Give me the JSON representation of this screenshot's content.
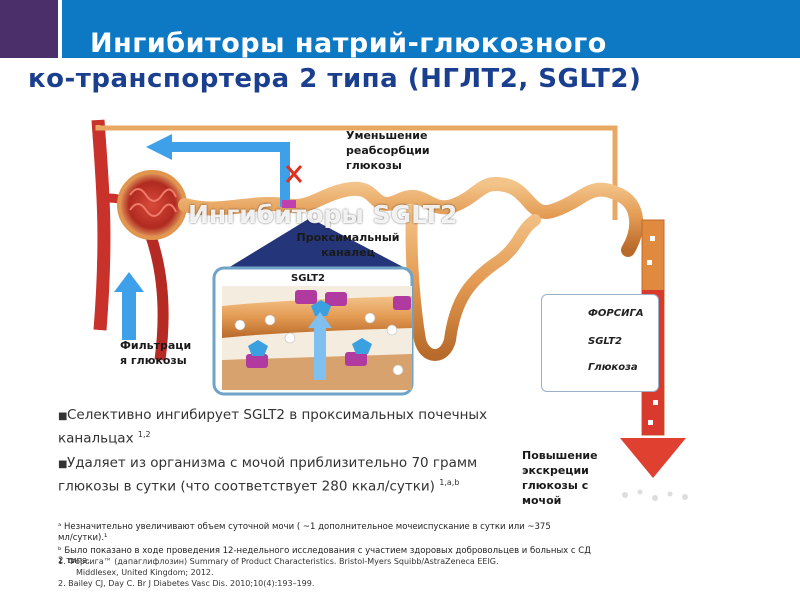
{
  "title": {
    "line1": "Ингибиторы натрий-глюкозного",
    "line2": "ко-транспортера 2 типа (НГЛТ2, SGLT2)"
  },
  "diagram": {
    "reduced_reabsorption": [
      "Уменьшение",
      "реабсорбции",
      "глюкозы"
    ],
    "proximal_tubule": [
      "Проксимальный",
      "каналец"
    ],
    "filtration": [
      "Фильтраци",
      "я глюкозы"
    ],
    "increased_excretion": [
      "Повышение",
      "экскреции",
      "глюкозы с",
      "мочой"
    ],
    "watermark": "Ингибиторы SGLT2",
    "inset_label": "SGLT2"
  },
  "legend": {
    "items": [
      {
        "label": "ФОРСИГА",
        "icon": "forxiga-icon"
      },
      {
        "label": "SGLT2",
        "icon": "sglt2-icon"
      },
      {
        "label": "Глюкоза",
        "icon": "glucose-icon"
      }
    ]
  },
  "bullets": [
    {
      "text": "Селективно ингибирует SGLT2 в проксимальных почечных канальцах",
      "sup": "1,2"
    },
    {
      "text": "Удаляет из организма с мочой приблизительно 70 грамм глюкозы в сутки (что соответствует 280 ккал/сутки)",
      "sup": "1,a,b"
    }
  ],
  "footnotes": {
    "a_line1": "ᵃ Незначительно увеличивают объем суточной мочи  ( ~1 дополнительное мочеиспускание в сутки или ~375",
    "a_line2": "мл/сутки).¹",
    "b_line1": "ᵇ Было показано в ходе проведения 12-недельного исследования с участием здоровых добровольцев и больных с СД",
    "b_line2": "2 типа.",
    "ref1": "1.   Форсига™ (дапаглифлозин) Summary of Product Characteristics. Bristol-Myers Squibb/AstraZeneca EEIG.",
    "ref1b": "Middlesex, United Kingdom; 2012.",
    "ref2": "2.   Bailey CJ, Day C. Br J Diabetes Vasc Dis. 2010;10(4):193–199."
  },
  "colors": {
    "header_blue": "#0d79c4",
    "header_purple": "#4a2f6b",
    "title_blue": "#1b3f8f",
    "arrow_blue": "#3ea0e8",
    "arrow_red": "#e04030",
    "tubule_orange": "#e39a52",
    "vessel_red": "#c8322a"
  }
}
